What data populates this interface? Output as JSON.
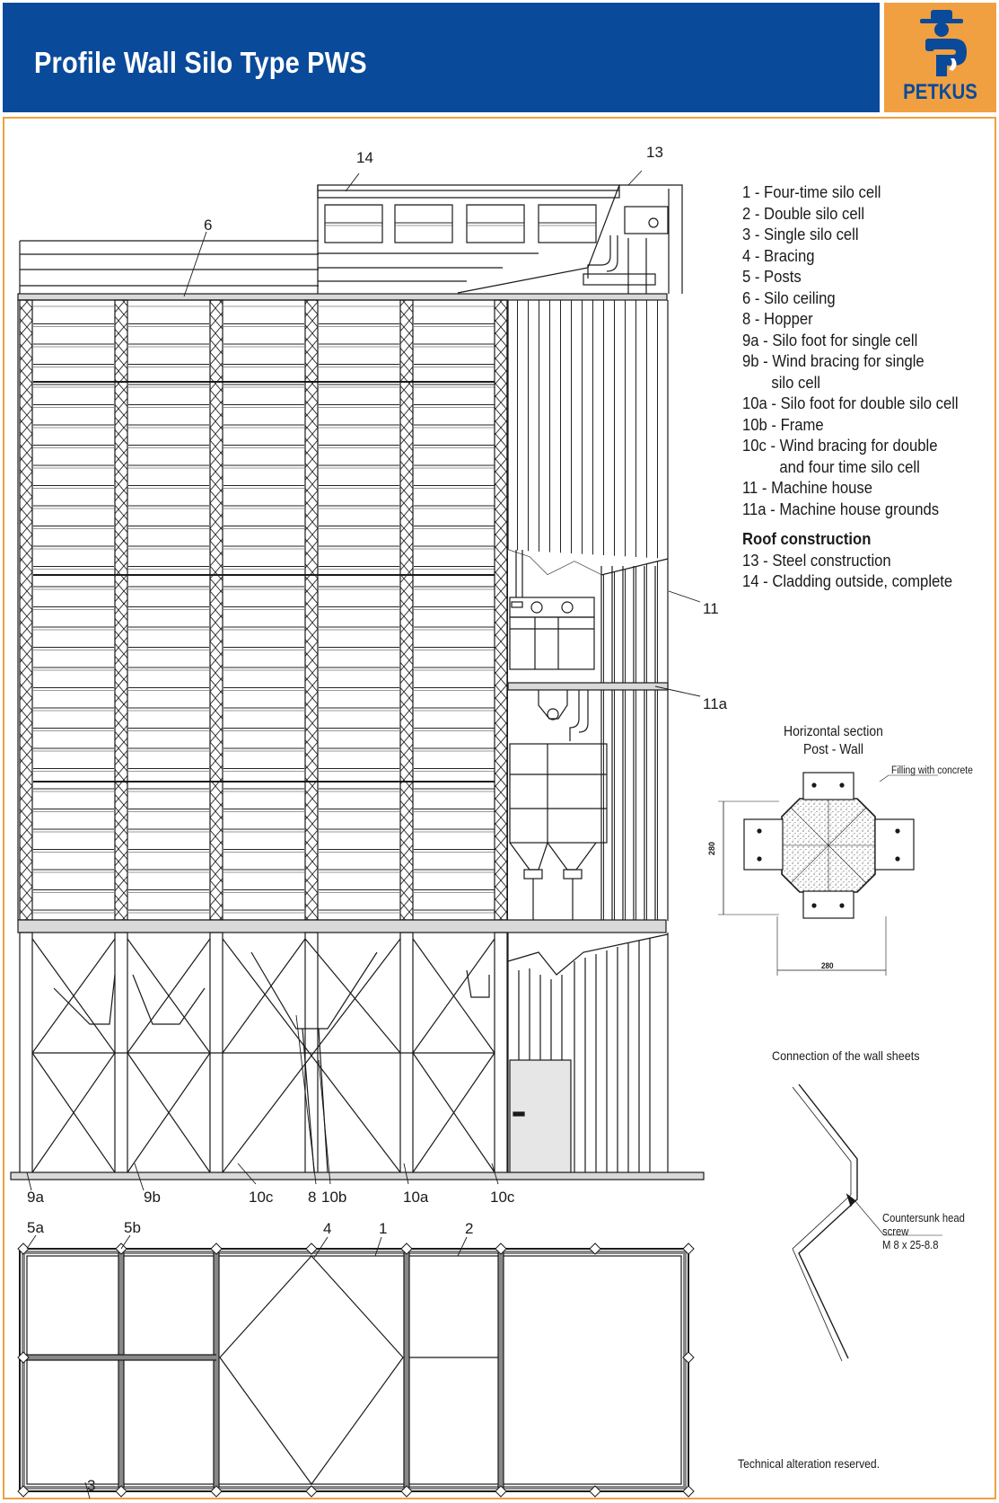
{
  "header": {
    "title": "Profile Wall Silo Type PWS",
    "brand": "PETKUS",
    "brand_color": "#0a4a9a",
    "logo_bg": "#f0a040"
  },
  "legend": {
    "items": [
      "1 - Four-time silo cell",
      "2 - Double silo cell",
      "3 - Single silo cell",
      "4 - Bracing",
      "5 - Posts",
      "6 - Silo ceiling",
      "8 - Hopper",
      "9a - Silo foot for single cell",
      "9b - Wind bracing for single",
      "silo cell",
      "10a - Silo foot for double silo cell",
      "10b - Frame",
      "10c - Wind bracing for double",
      "and four time silo cell",
      "11 - Machine house",
      "11a - Machine house grounds"
    ],
    "roof_heading": "Roof construction",
    "roof_items": [
      "13 - Steel construction",
      "14 - Cladding outside, complete"
    ]
  },
  "section": {
    "title_line1": "Horizontal section",
    "title_line2": "Post - Wall",
    "filling_label": "Filling with concrete",
    "dim_vertical": "280",
    "dim_horizontal": "280"
  },
  "connection": {
    "title": "Connection of the wall sheets",
    "screw_line1": "Countersunk head",
    "screw_line2": "screw",
    "screw_line3": "M 8 x 25-8.8"
  },
  "callouts": {
    "c14": "14",
    "c13": "13",
    "c6": "6",
    "c11": "11",
    "c11a": "11a",
    "c9a": "9a",
    "c9b": "9b",
    "c10c_1": "10c",
    "c8": "8",
    "c10b": "10b",
    "c10a": "10a",
    "c10c_2": "10c",
    "c5a": "5a",
    "c5b": "5b",
    "c4": "4",
    "c1": "1",
    "c2": "2",
    "c3": "3"
  },
  "footer": {
    "note": "Technical alteration reserved."
  }
}
